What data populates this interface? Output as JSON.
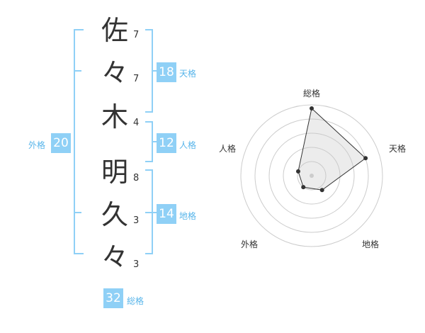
{
  "name_chars": [
    {
      "char": "佐",
      "strokes": "7"
    },
    {
      "char": "々",
      "strokes": "7"
    },
    {
      "char": "木",
      "strokes": "4"
    },
    {
      "char": "明",
      "strokes": "8"
    },
    {
      "char": "久",
      "strokes": "3"
    },
    {
      "char": "々",
      "strokes": "3"
    }
  ],
  "kakusu": {
    "tenkaku": {
      "value": "18",
      "label": "天格"
    },
    "jinkaku": {
      "value": "12",
      "label": "人格"
    },
    "chikaku": {
      "value": "14",
      "label": "地格"
    },
    "gaikaku": {
      "value": "20",
      "label": "外格"
    },
    "soukaku": {
      "value": "32",
      "label": "総格"
    }
  },
  "radar": {
    "labels": {
      "top": "総格",
      "right_top": "天格",
      "right_bottom": "地格",
      "left_bottom": "外格",
      "left_top": "人格"
    },
    "values": {
      "soukaku": 0.95,
      "tenkaku": 0.8,
      "chikaku": 0.25,
      "gaikaku": 0.2,
      "jinkaku": 0.2
    }
  },
  "colors": {
    "accent": "#58b5ea",
    "badge": "#8fd0f6",
    "text": "#333333"
  }
}
